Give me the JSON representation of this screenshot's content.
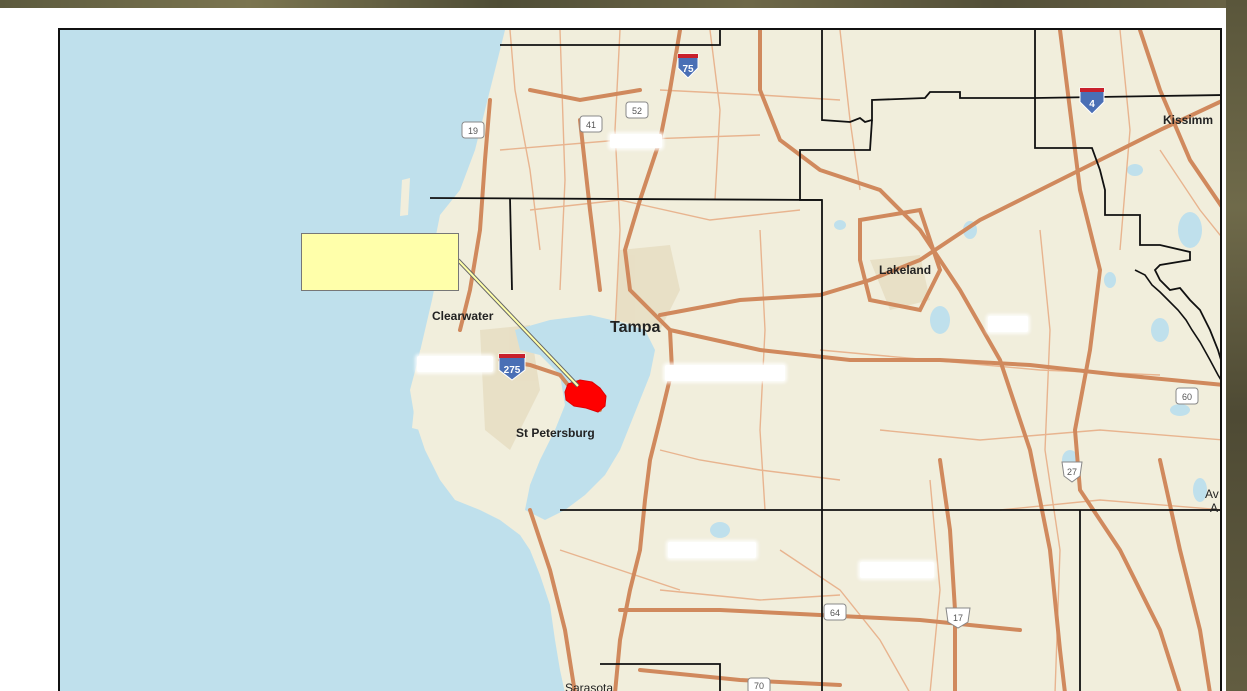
{
  "map": {
    "places": {
      "kissimmee": "Kissimm",
      "lakeland": "Lakeland",
      "clearwater": "Clearwater",
      "tampa": "Tampa",
      "st_petersburg": "St Petersburg",
      "sarasota": "Sarasota",
      "avon_fragment_1": "Av",
      "avon_fragment_2": "A"
    },
    "road_shields": {
      "i75": "75",
      "i4": "4",
      "i275": "275",
      "us19": "19",
      "us41": "41",
      "us52": "52",
      "us60": "60",
      "us27": "27",
      "us64": "64",
      "us17": "17",
      "us70": "70"
    },
    "colors": {
      "water": "#bfe0ec",
      "land": "#f1eedc",
      "roads": "#d0895d",
      "county_lines": "#111111",
      "highlight_area": "#ff0000",
      "callout_fill": "#ffffaa"
    },
    "callout": {
      "text": ""
    }
  }
}
